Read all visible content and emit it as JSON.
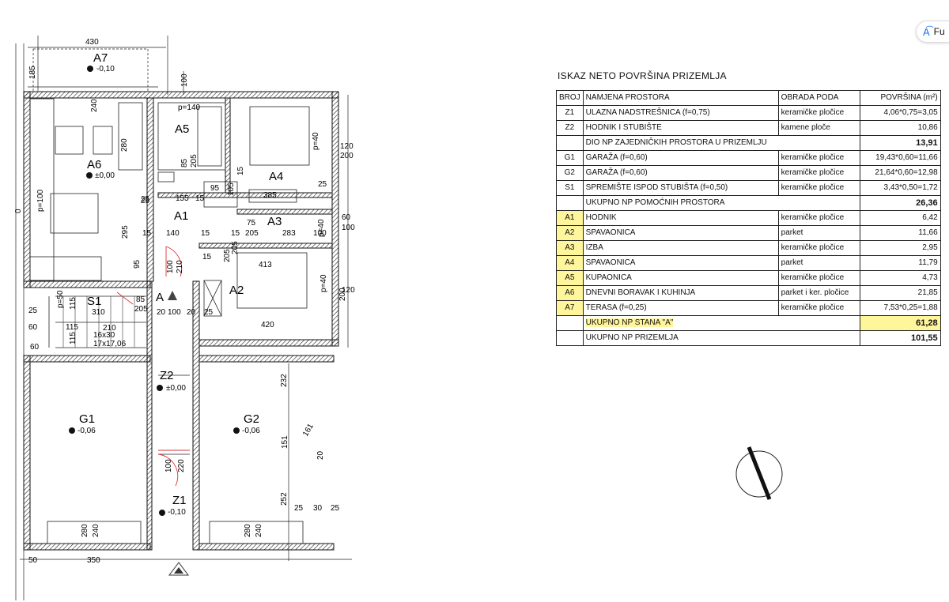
{
  "plan": {
    "rooms": [
      {
        "id": "A7",
        "level": "-0,10"
      },
      {
        "id": "A6",
        "level": "±0,00"
      },
      {
        "id": "A5"
      },
      {
        "id": "A4"
      },
      {
        "id": "A3"
      },
      {
        "id": "A2"
      },
      {
        "id": "A1"
      },
      {
        "id": "S1"
      },
      {
        "id": "Z2",
        "level": "±0,00"
      },
      {
        "id": "G1",
        "level": "-0,06"
      },
      {
        "id": "G2",
        "level": "-0,06"
      },
      {
        "id": "Z1",
        "level": "-0,10"
      }
    ],
    "entrance_marker": "A",
    "stair_note_1": "16x30",
    "stair_note_2": "17x17,06",
    "dimensions": {
      "top_width": "430",
      "top_left": "185",
      "d100a": "100",
      "d240": "240",
      "p140": "p=140",
      "d280": "280",
      "p100": "p=100",
      "d0": "0",
      "d85": "85",
      "d205a": "205",
      "d25a": "25",
      "d155": "155",
      "d15a": "15",
      "d95a": "95",
      "d105": "105",
      "d15b": "15",
      "d385": "385",
      "d25b": "25",
      "p40a": "p=40",
      "d120a": "120",
      "d200a": "200",
      "d75": "75",
      "d205b": "205",
      "d283": "283",
      "d15c": "15",
      "d205c": "205",
      "d140": "140",
      "d295": "295",
      "d15d": "15",
      "d15e": "15",
      "d25c": "25",
      "d95b": "95",
      "d100b": "100",
      "d210": "210",
      "d15f": "15",
      "d413": "413",
      "d205d": "205",
      "p40b": "p=40",
      "d120b": "120",
      "d200b": "200",
      "d60a": "60",
      "d100c": "100",
      "p40c": "p=40",
      "d100d": "100",
      "p50": "p=50",
      "d115a": "115",
      "d25d": "25",
      "d60b": "60",
      "d115b": "115",
      "d310": "310",
      "d85b": "85",
      "d205e": "205",
      "d20a": "20",
      "d100e": "100",
      "d20b": "20",
      "d25e": "25",
      "d420": "420",
      "d210b": "210",
      "d115c": "115",
      "d60c": "60",
      "d232": "232",
      "d161": "161",
      "d151": "151",
      "d20c": "20",
      "d252": "252",
      "d25f": "25",
      "d30": "30",
      "d25g": "25",
      "d220": "220",
      "d100f": "100",
      "d280b": "280",
      "d240b": "240",
      "d280c": "280",
      "d240c": "240",
      "d50": "50",
      "d350": "350"
    }
  },
  "table": {
    "title": "ISKAZ NETO POVRŠINA PRIZEMLJA",
    "headers": {
      "broj": "BROJ",
      "namjena": "NAMJENA PROSTORA",
      "obrada": "OBRADA PODA",
      "povrsina": "POVRŠINA (m²)"
    },
    "rows": [
      {
        "broj": "Z1",
        "namjena": "ULAZNA NADSTREŠNICA (f=0,75)",
        "obrada": "keramičke pločice",
        "povrsina": "4,06*0,75=3,05"
      },
      {
        "broj": "Z2",
        "namjena": "HODNIK I STUBIŠTE",
        "obrada": "kamene ploče",
        "povrsina": "10,86"
      },
      {
        "summary": "DIO NP ZAJEDNIČKIH PROSTORA U PRIZEMLJU",
        "total": "13,91"
      },
      {
        "broj": "G1",
        "namjena": "GARAŽA (f=0,60)",
        "obrada": "keramičke pločice",
        "povrsina": "19,43*0,60=11,66"
      },
      {
        "broj": "G2",
        "namjena": "GARAŽA (f=0,60)",
        "obrada": "keramičke pločice",
        "povrsina": "21,64*0,60=12,98"
      },
      {
        "broj": "S1",
        "namjena": "SPREMIŠTE ISPOD STUBIŠTA (f=0,50)",
        "obrada": "keramičke pločice",
        "povrsina": "3,43*0,50=1,72"
      },
      {
        "summary": "UKUPNO NP POMOĆNIH PROSTORA",
        "total": "26,36"
      },
      {
        "broj": "A1",
        "namjena": "HODNIK",
        "obrada": "keramičke pločice",
        "povrsina": "6,42"
      },
      {
        "broj": "A2",
        "namjena": "SPAVAONICA",
        "obrada": "parket",
        "povrsina": "11,66"
      },
      {
        "broj": "A3",
        "namjena": "IZBA",
        "obrada": "keramičke pločice",
        "povrsina": "2,95"
      },
      {
        "broj": "A4",
        "namjena": "SPAVAONICA",
        "obrada": "parket",
        "povrsina": "11,79"
      },
      {
        "broj": "A5",
        "namjena": "KUPAONICA",
        "obrada": "keramičke pločice",
        "povrsina": "4,73"
      },
      {
        "broj": "A6",
        "namjena": "DNEVNI BORAVAK I KUHINJA",
        "obrada": "parket i ker. pločice",
        "povrsina": "21,85"
      },
      {
        "broj": "A7",
        "namjena": "TERASA (f=0,25)",
        "obrada": "keramičke pločice",
        "povrsina": "7,53*0,25=1,88"
      },
      {
        "summary": "UKUPNO NP STANA \"A\"",
        "total": "61,28"
      },
      {
        "summary": "UKUPNO NP PRIZEMLJA",
        "total": "101,55"
      }
    ],
    "highlight_color": "#fff59a"
  },
  "overlay": {
    "button_label": "Fu",
    "button_icon": "translate-icon"
  }
}
